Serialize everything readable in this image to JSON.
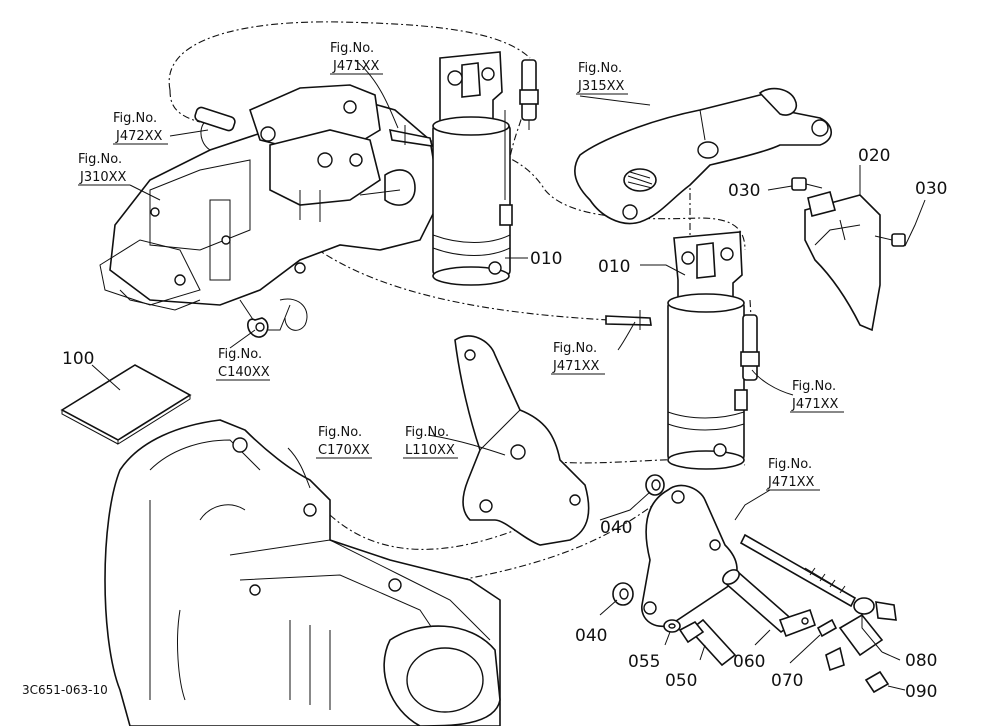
{
  "labels": {
    "p010a": "010",
    "p010b": "010",
    "p020": "020",
    "p030a": "030",
    "p030b": "030",
    "p040a": "040",
    "p040b": "040",
    "p050": "050",
    "p055": "055",
    "p060": "060",
    "p070": "070",
    "p080": "080",
    "p090": "090",
    "p100": "100"
  },
  "fig_prefix": "Fig.No.",
  "figs": {
    "j471a": "J471XX",
    "j471b": "J471XX",
    "j471c": "J471XX",
    "j471d": "J471XX",
    "j472": "J472XX",
    "j310": "J310XX",
    "j315": "J315XX",
    "c140": "C140XX",
    "c170": "C170XX",
    "l110": "L110XX"
  },
  "drawing_code": "3C651-063-10"
}
